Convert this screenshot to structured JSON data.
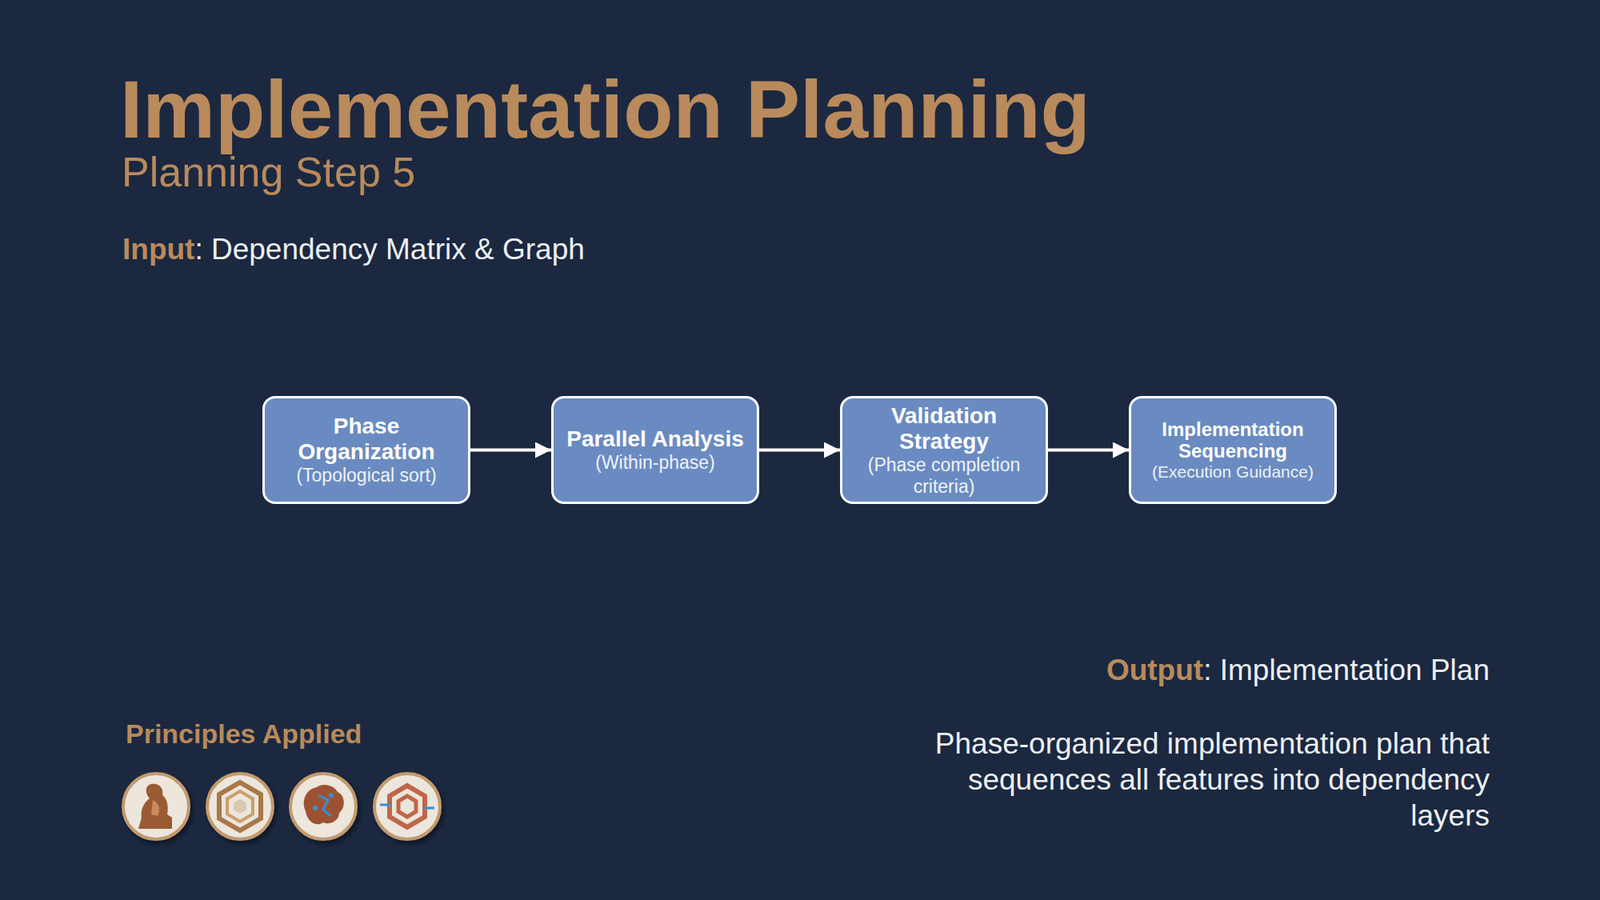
{
  "diagram": {
    "title": "Implementation Planning",
    "nodes": [
      {
        "text": [
          "Phase Organization",
          "(Topological sort)"
        ]
      },
      {
        "text": [
          "Parallel Analysis",
          "(Within-phase)"
        ]
      },
      {
        "text": [
          "Validation Strategy",
          "(Phase completion criteria)"
        ]
      },
      {
        "text": [
          "Implementation Sequencing",
          "(Execution Guidance)"
        ]
      }
    ],
    "edges": [
      {
        "from": 0,
        "to": 1,
        "arrow": "to"
      },
      {
        "from": 1,
        "to": 2,
        "arrow": "to"
      },
      {
        "from": 2,
        "to": 3,
        "arrow": "to"
      }
    ],
    "labels": [
      "Planning Step 5",
      "Input",
      ": Dependency Matrix & Graph",
      "Output",
      ": Implementation Plan",
      "Phase-organized implementation plan that sequences all features into dependency layers",
      "Principles Applied"
    ]
  }
}
